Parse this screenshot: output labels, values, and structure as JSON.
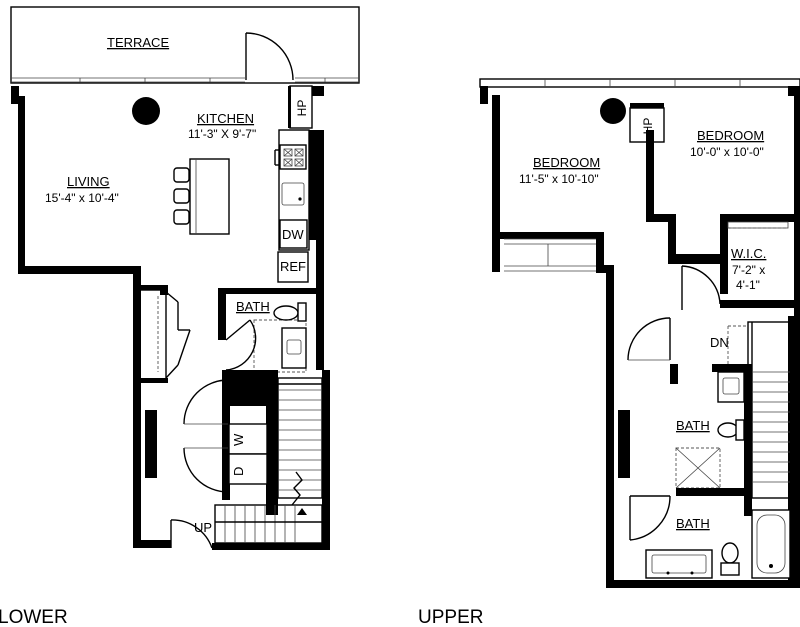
{
  "lower": {
    "caption": "LOWER",
    "terrace": "TERRACE",
    "kitchen": {
      "name": "KITCHEN",
      "dims": "11'-3\" X 9'-7\""
    },
    "living": {
      "name": "LIVING",
      "dims": "15'-4\" x 10'-4\""
    },
    "bath": "BATH",
    "hp": "HP",
    "dw": "DW",
    "ref": "REF",
    "washer": "W",
    "dryer": "D",
    "up": "UP"
  },
  "upper": {
    "caption": "UPPER",
    "bedroom1": {
      "name": "BEDROOM",
      "dims": "11'-5\" x 10'-10\""
    },
    "bedroom2": {
      "name": "BEDROOM",
      "dims": "10'-0\" x 10'-0\""
    },
    "wic": {
      "name": "W.I.C.",
      "dims_line1": "7'-2\" x",
      "dims_line2": "4'-1\""
    },
    "hp": "HP",
    "dn": "DN",
    "bath1": "BATH",
    "bath2": "BATH"
  }
}
